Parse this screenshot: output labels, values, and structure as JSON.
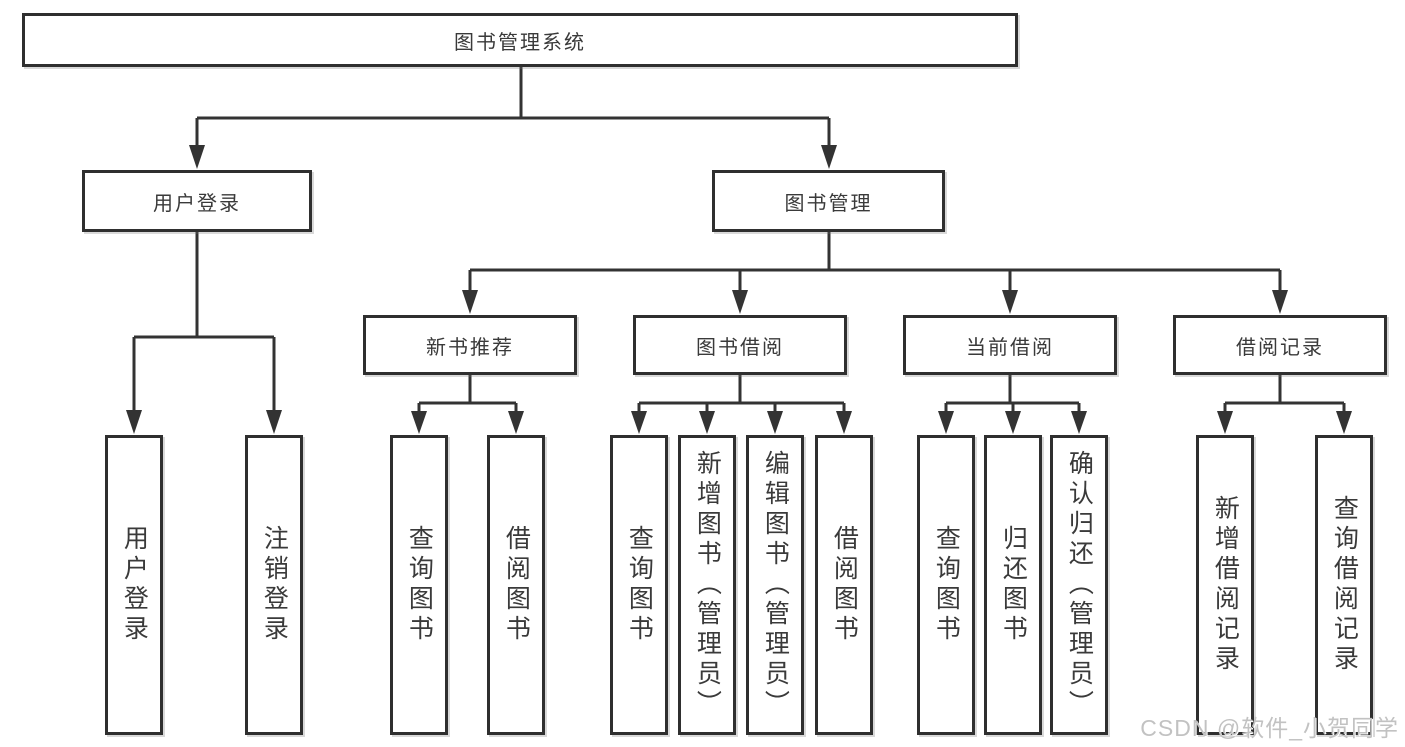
{
  "tree": {
    "label": "图书管理系统",
    "children": [
      {
        "label": "用户登录",
        "children": [
          {
            "label": "用户登录"
          },
          {
            "label": "注销登录"
          }
        ]
      },
      {
        "label": "图书管理",
        "children": [
          {
            "label": "新书推荐",
            "children": [
              {
                "label": "查询图书"
              },
              {
                "label": "借阅图书"
              }
            ]
          },
          {
            "label": "图书借阅",
            "children": [
              {
                "label": "查询图书"
              },
              {
                "label": "新增图书（管理员）"
              },
              {
                "label": "编辑图书（管理员）"
              },
              {
                "label": "借阅图书"
              }
            ]
          },
          {
            "label": "当前借阅",
            "children": [
              {
                "label": "查询图书"
              },
              {
                "label": "归还图书"
              },
              {
                "label": "确认归还（管理员）"
              }
            ]
          },
          {
            "label": "借阅记录",
            "children": [
              {
                "label": "新增借阅记录"
              },
              {
                "label": "查询借阅记录"
              }
            ]
          }
        ]
      }
    ]
  },
  "watermark": "CSDN @软件_小贺同学",
  "colors": {
    "line": "#333333",
    "box_border": "#2f2f2f",
    "box_fill": "#ffffff",
    "text": "#3a3a3a",
    "watermark": "#c2c2c2",
    "background": "#ffffff"
  }
}
